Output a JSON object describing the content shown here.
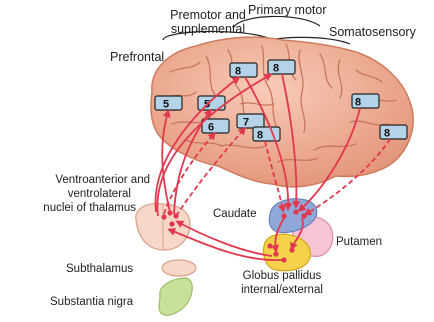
{
  "labels": {
    "premotor": "Premotor and",
    "supplemental": "supplemental",
    "primary_motor": "Primary motor",
    "somatosensory": "Somatosensory",
    "prefrontal": "Prefrontal",
    "thalamus_l1": "Ventroanterior and",
    "thalamus_l2": "ventrolateral",
    "thalamus_l3": "nuclei of thalamus",
    "caudate": "Caudate",
    "putamen": "Putamen",
    "subthalamus": "Subthalamus",
    "gp_l1": "Globus pallidus",
    "gp_l2": "internal/external",
    "substantia_nigra": "Substantia nigra"
  },
  "area_numbers": [
    "5",
    "5",
    "6",
    "7",
    "8",
    "8",
    "8",
    "8",
    "8"
  ],
  "colors": {
    "cortex": "#f2b49e",
    "cortex_dark": "#d9846a",
    "pathway": "#e2384f",
    "box_fill": "#b4d3e8",
    "caudate": "#8fa8d8",
    "putamen": "#f6c4d4",
    "globus_pallidus": "#f6d24a",
    "thalamus": "#f7d8c8",
    "substantia_nigra": "#c8e19a"
  }
}
